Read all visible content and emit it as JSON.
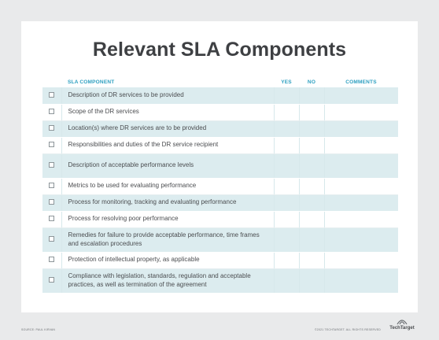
{
  "title": "Relevant SLA Components",
  "columns": {
    "component": "SLA COMPONENT",
    "yes": "YES",
    "no": "NO",
    "comments": "COMMENTS"
  },
  "rows": [
    {
      "text": "Description of DR services to be provided",
      "lines": 1
    },
    {
      "text": "Scope of the DR services",
      "lines": 1
    },
    {
      "text": "Location(s) where DR services are to be provided",
      "lines": 1
    },
    {
      "text": "Responsibilities and duties of the DR service recipient",
      "lines": 1
    },
    {
      "text": "Description of acceptable performance levels",
      "lines": 2
    },
    {
      "text": "Metrics to be used for evaluating performance",
      "lines": 1
    },
    {
      "text": "Process for monitoring, tracking and evaluating performance",
      "lines": 1
    },
    {
      "text": "Process for resolving poor performance",
      "lines": 1
    },
    {
      "text": "Remedies for failure to provide acceptable performance, time frames and escalation procedures",
      "lines": 2
    },
    {
      "text": "Protection of intellectual property, as applicable",
      "lines": 1
    },
    {
      "text": "Compliance with legislation, standards, regulation and acceptable practices, as well as termination of the agreement",
      "lines": 2
    }
  ],
  "footer": {
    "source": "SOURCE: PAUL KIRVAN",
    "copyright": "©2021 TECHTARGET. ALL RIGHTS RESERVED",
    "logo_text": "TechTarget",
    "logo_icon": "techtarget-logo-icon"
  },
  "colors": {
    "accent": "#2c9fc0",
    "row_shade": "#dcecef",
    "title": "#3e4043"
  }
}
